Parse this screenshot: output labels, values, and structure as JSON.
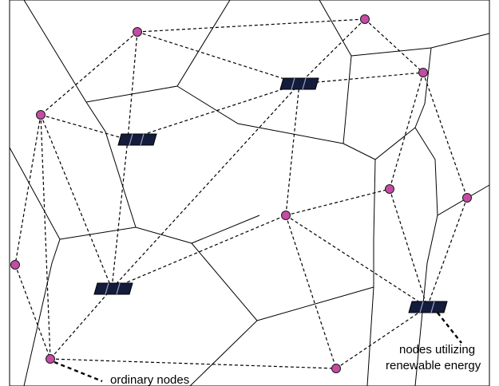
{
  "labels": {
    "ordinary": "ordinary nodes",
    "renewable_line1": "nodes utilizing",
    "renewable_line2": "renewable energy"
  },
  "colors": {
    "ordinary_node_fill": "#c44ca4",
    "renewable_node_fill": "#141c3c",
    "renewable_node_panel": "#9aa4c8"
  }
}
